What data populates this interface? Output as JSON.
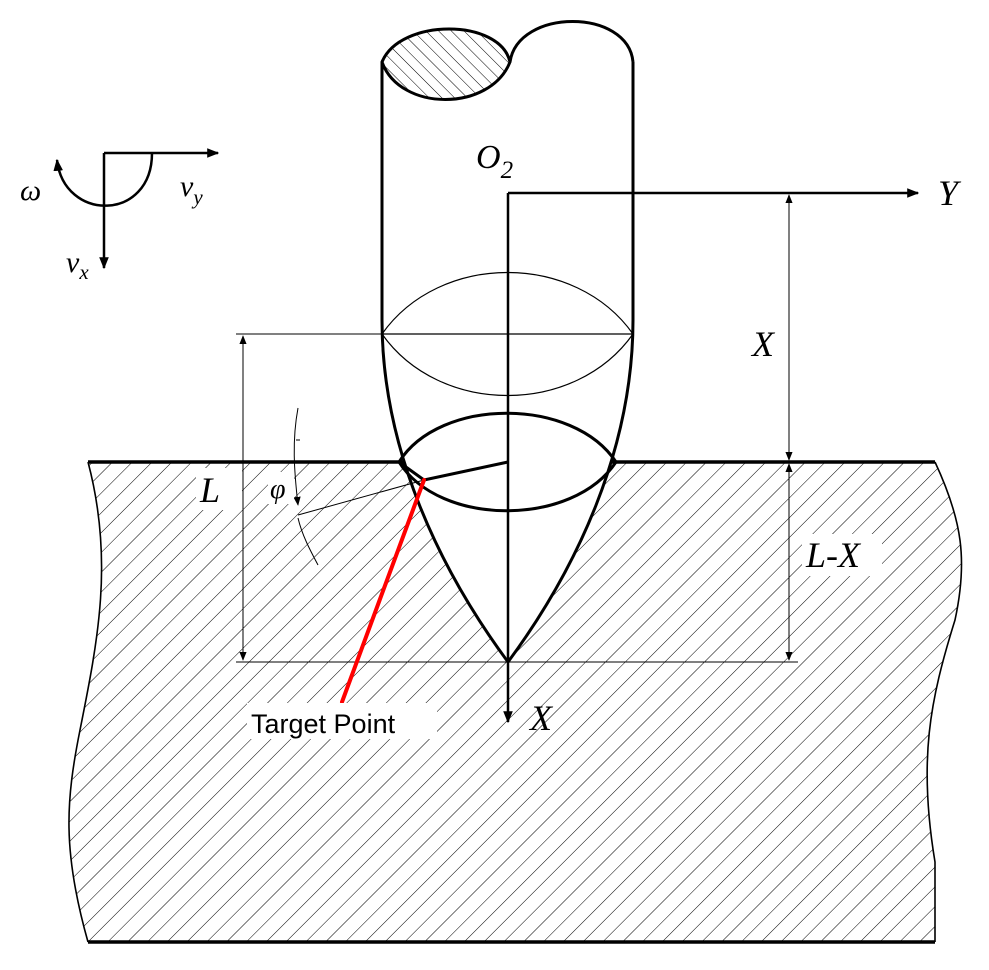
{
  "labels": {
    "omega": "ω",
    "vy_base": "v",
    "vy_sub": "y",
    "vx_base": "v",
    "vx_sub": "x",
    "origin_base": "O",
    "origin_sub": "2",
    "axis_y": "Y",
    "axis_x": "X",
    "dim_x": "X",
    "dim_l": "L",
    "dim_lx": "L-X",
    "phi": "φ",
    "target_point": "Target Point"
  },
  "colors": {
    "stroke": "#000000",
    "target_line": "#ff0000",
    "background": "#ffffff"
  },
  "icons": {
    "velocity_frame": "velocity-frame-icon",
    "arrow": "arrowhead-icon"
  }
}
